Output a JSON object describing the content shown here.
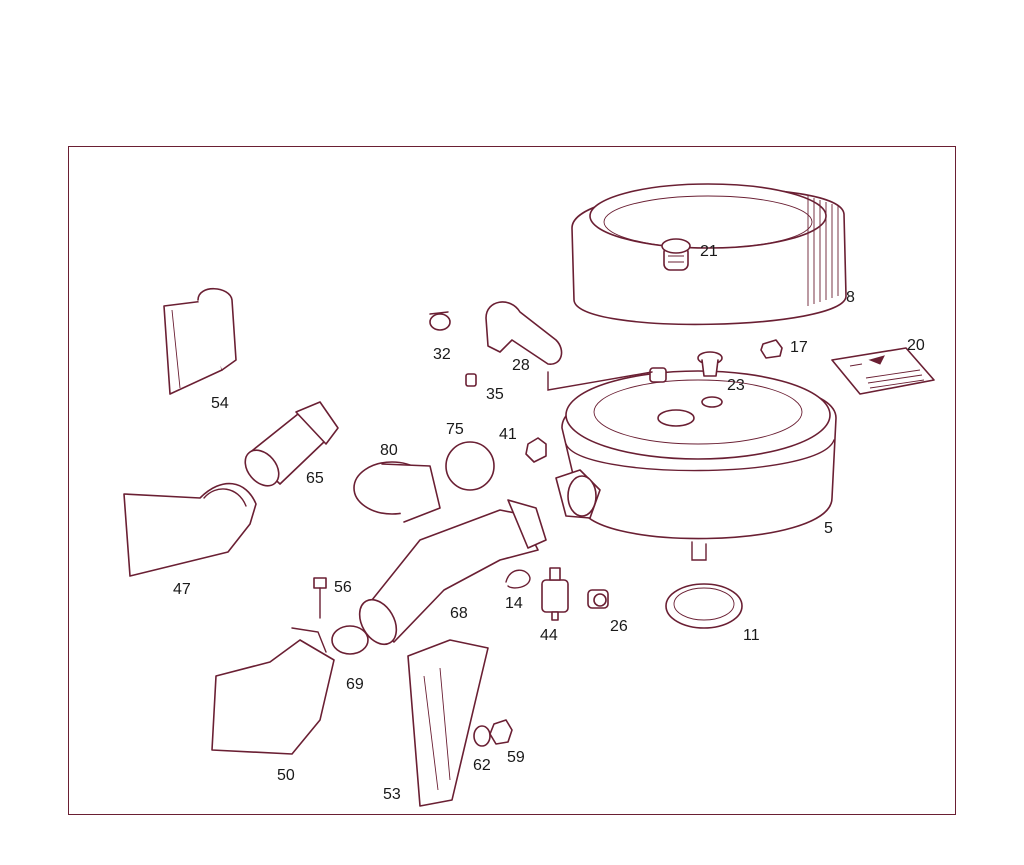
{
  "colors": {
    "line": "#6a1f33",
    "text": "#1a1a1a",
    "background": "#ffffff"
  },
  "callouts": [
    {
      "id": "21",
      "text": "21"
    },
    {
      "id": "8",
      "text": "8"
    },
    {
      "id": "17",
      "text": "17"
    },
    {
      "id": "20",
      "text": "20"
    },
    {
      "id": "54",
      "text": "54"
    },
    {
      "id": "32",
      "text": "32"
    },
    {
      "id": "28",
      "text": "28"
    },
    {
      "id": "35",
      "text": "35"
    },
    {
      "id": "23",
      "text": "23"
    },
    {
      "id": "41",
      "text": "41"
    },
    {
      "id": "75",
      "text": "75"
    },
    {
      "id": "80",
      "text": "80"
    },
    {
      "id": "65",
      "text": "65"
    },
    {
      "id": "47",
      "text": "47"
    },
    {
      "id": "5",
      "text": "5"
    },
    {
      "id": "56",
      "text": "56"
    },
    {
      "id": "68",
      "text": "68"
    },
    {
      "id": "14",
      "text": "14"
    },
    {
      "id": "44",
      "text": "44"
    },
    {
      "id": "26",
      "text": "26"
    },
    {
      "id": "11",
      "text": "11"
    },
    {
      "id": "69",
      "text": "69"
    },
    {
      "id": "50",
      "text": "50"
    },
    {
      "id": "62",
      "text": "62"
    },
    {
      "id": "59",
      "text": "59"
    },
    {
      "id": "53",
      "text": "53"
    }
  ]
}
